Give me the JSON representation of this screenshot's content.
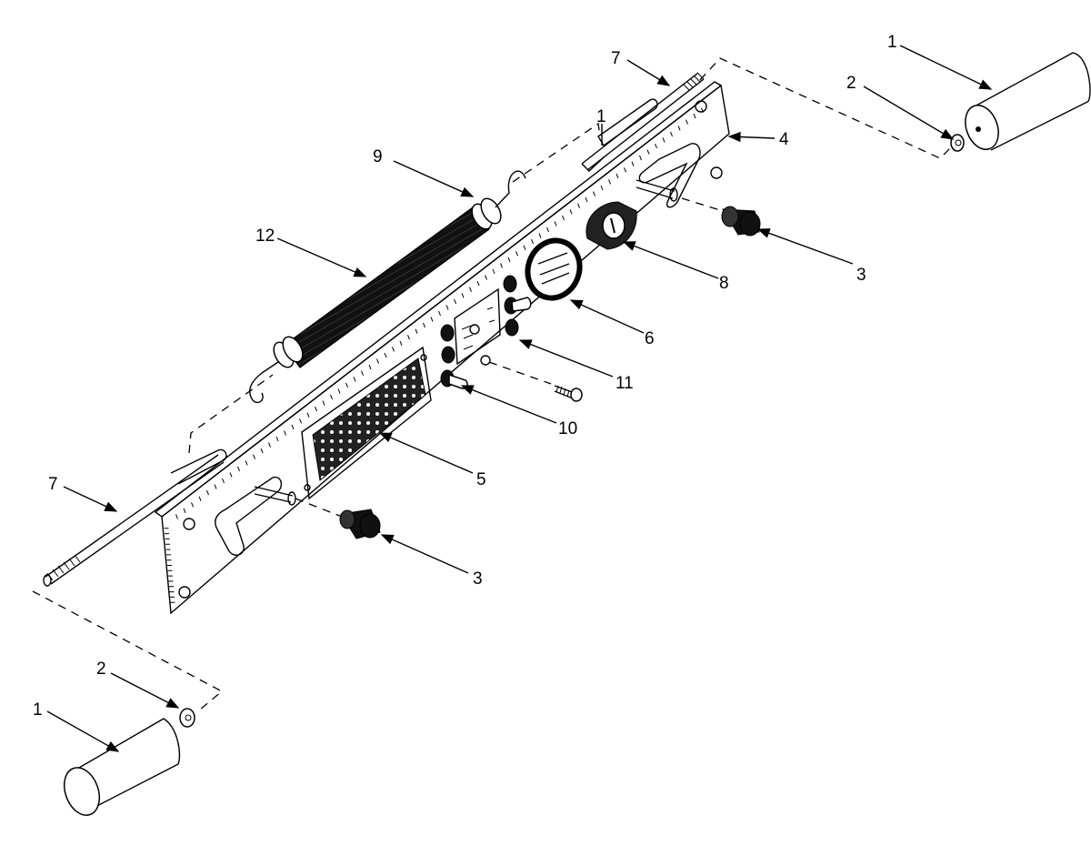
{
  "diagram": {
    "type": "exploded-parts-view",
    "callouts": {
      "handle_right": "1",
      "nut_right": "2",
      "rod_top": "7",
      "panel": "4",
      "rod_hook_ref": "1",
      "spring_end": "9",
      "knob_right": "3",
      "spring_body": "12",
      "lock": "8",
      "gauge": "6",
      "indicator_lamp": "11",
      "toggle_switch": "10",
      "vent_grille": "5",
      "rod_bottom": "7",
      "knob_left": "3",
      "nut_left": "2",
      "handle_left": "1"
    }
  }
}
